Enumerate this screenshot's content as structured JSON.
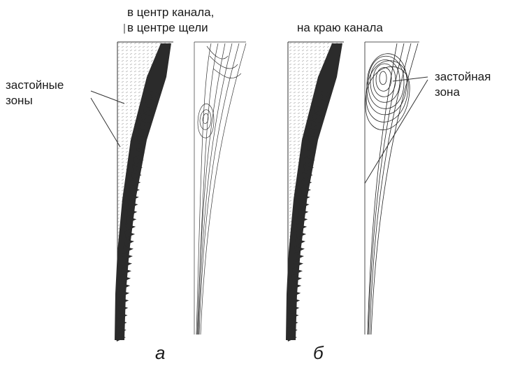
{
  "caption_a_line1": "в центр канала,",
  "caption_a_line2": "в центре щели",
  "caption_b": "на краю канала",
  "label_left_line1": "застойные",
  "label_left_line2": "зоны",
  "label_right_line1": "застойная",
  "label_right_line2": "зона",
  "subfig_a": "а",
  "subfig_b": "б"
}
